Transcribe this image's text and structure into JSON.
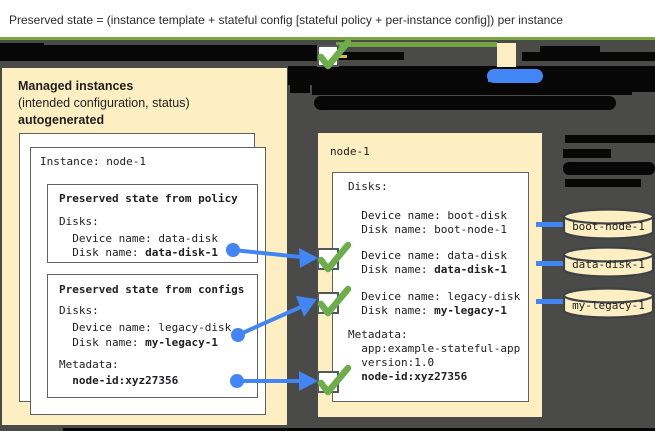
{
  "banner": {
    "text": "Preserved state = (instance template + stateful config [stateful policy + per-instance config]) per instance"
  },
  "left_panel": {
    "heading_bold": "Managed instances",
    "heading_line2": "(intended configuration, status)",
    "heading_bold2": "autogenerated",
    "instance_card": {
      "title": "Instance: node-1",
      "policy_box": {
        "title": "Preserved state from policy",
        "disks_heading": "Disks:",
        "device_line": "  Device name: data-disk",
        "disk_label": "  Disk name: ",
        "disk_value": "data-disk-1"
      },
      "configs_box": {
        "title": "Preserved state from configs",
        "disks_heading": "Disks:",
        "device_line": "  Device name: legacy-disk",
        "disk_label": "  Disk name: ",
        "disk_value": "my-legacy-1",
        "metadata_heading": "Metadata:",
        "metadata_indent": "  ",
        "metadata_value": "node-id:xyz27356"
      }
    }
  },
  "right_panel": {
    "title": "node-1",
    "vm_card": {
      "disks_heading": "Disks:",
      "boot_device_line": "  Device name: boot-disk",
      "boot_disk_line": "  Disk name: boot-node-1",
      "data_device_line": "  Device name: data-disk",
      "data_disk_label": "  Disk name: ",
      "data_disk_value": "data-disk-1",
      "legacy_device_line": "  Device name: legacy-disk",
      "legacy_disk_label": "  Disk name: ",
      "legacy_disk_value": "my-legacy-1",
      "metadata_heading": "Metadata:",
      "metadata_line1": "  app:example-stateful-app",
      "metadata_line2": "  version:1.0",
      "metadata_indent": "  ",
      "metadata_bold_value": "node-id:xyz27356"
    }
  },
  "disks": [
    {
      "label": "boot-node-1"
    },
    {
      "label": "data-disk-1"
    },
    {
      "label": "my-legacy-1"
    }
  ],
  "icons": {
    "checkmark": "green-checkmark-icon",
    "disk_cylinder": "disk-cylinder-icon",
    "arrow": "blue-arrow-icon"
  },
  "colors": {
    "cream_panel": "#feefc3",
    "dark_background": "#4a4a48",
    "accent_blue": "#4285f4",
    "check_green": "#6cae49",
    "banner_green": "#7ba843",
    "redaction_black": "#070707"
  }
}
